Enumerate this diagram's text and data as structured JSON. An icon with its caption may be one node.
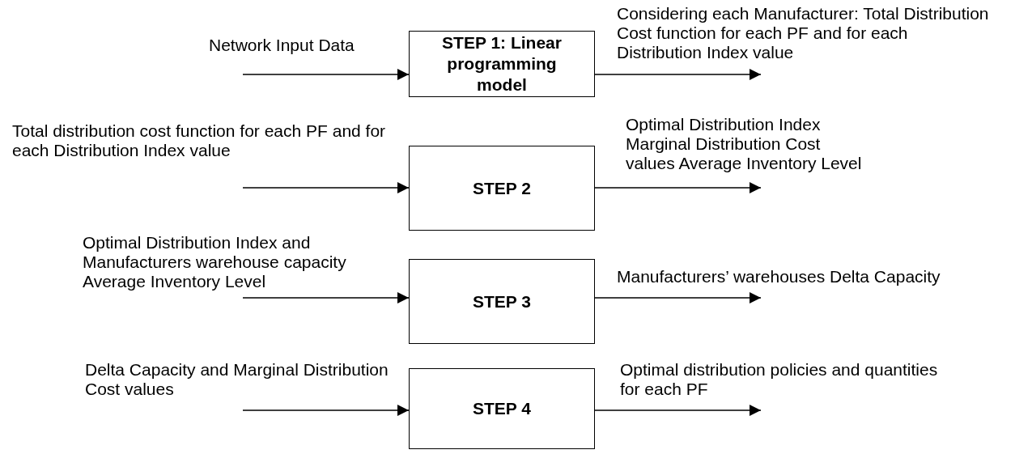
{
  "diagram": {
    "nodes": [
      {
        "text": [
          "STEP 1: Linear programming model"
        ]
      },
      {
        "text": [
          "STEP 2"
        ]
      },
      {
        "text": [
          "STEP 3"
        ]
      },
      {
        "text": [
          "STEP 4"
        ]
      }
    ],
    "edges": [
      {
        "from": null,
        "to": 0,
        "arrow": "to",
        "label": "Network Input Data"
      },
      {
        "from": 0,
        "to": null,
        "arrow": "to",
        "label": "Considering each Manufacturer: Total Distribution Cost function for each PF and for each Distribution Index value"
      },
      {
        "from": null,
        "to": 1,
        "arrow": "to",
        "label": "Total distribution cost function for each PF and for each Distribution Index value"
      },
      {
        "from": 1,
        "to": null,
        "arrow": "to",
        "label": "Optimal Distribution Index Marginal Distribution Cost values Average Inventory Level"
      },
      {
        "from": null,
        "to": 2,
        "arrow": "to",
        "label": "Optimal Distribution Index and Manufacturers warehouse capacity Average Inventory Level"
      },
      {
        "from": 2,
        "to": null,
        "arrow": "to",
        "label": "Manufacturers’ warehouses Delta Capacity"
      },
      {
        "from": null,
        "to": 3,
        "arrow": "to",
        "label": "Delta Capacity and Marginal Distribution Cost values"
      },
      {
        "from": 3,
        "to": null,
        "arrow": "to",
        "label": "Optimal distribution policies and quantities for each PF"
      }
    ]
  }
}
